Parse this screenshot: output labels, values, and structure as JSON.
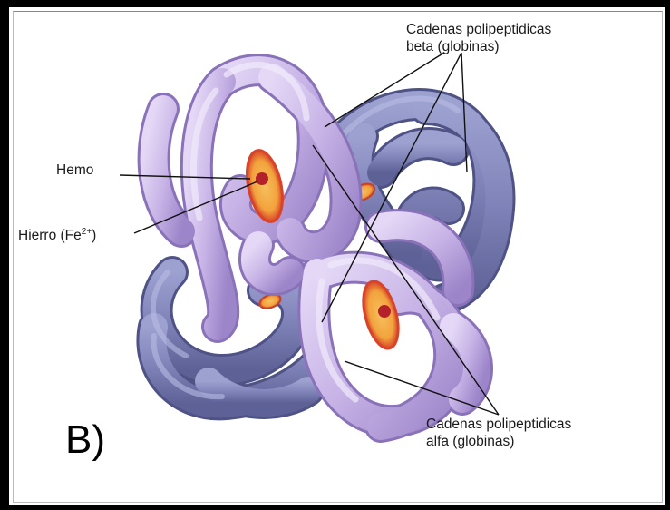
{
  "figure": {
    "panel_letter": "B)",
    "labels": {
      "beta_line1": "Cadenas polipeptidicas",
      "beta_line2": "beta (globinas)",
      "hemo": "Hemo",
      "hierro_main": "Hierro (Fe",
      "hierro_sup": "2+",
      "hierro_close": ")",
      "alfa_line1": "Cadenas polipeptidicas",
      "alfa_line2": "alfa (globinas)"
    },
    "colors": {
      "beta_chain": "#7f83b8",
      "beta_chain_dark": "#5d6196",
      "alfa_chain": "#c7b3e6",
      "alfa_chain_dark": "#9c85c9",
      "heme_disc": "#f2a33c",
      "heme_rim": "#d8442a",
      "iron": "#b5212a"
    }
  }
}
